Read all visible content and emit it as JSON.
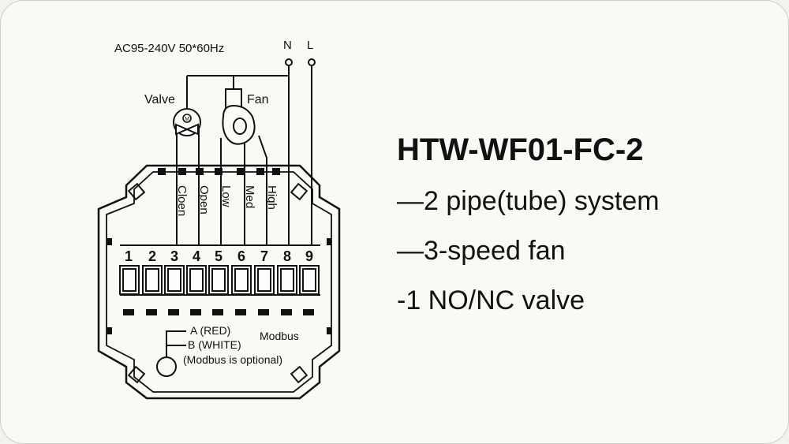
{
  "power": {
    "supply_label": "AC95-240V  50*60Hz",
    "neutral": "N",
    "live": "L"
  },
  "devices": {
    "valve_label": "Valve",
    "fan_label": "Fan"
  },
  "terminal_functions": [
    "Cloen",
    "Open",
    "Low",
    "Med",
    "High"
  ],
  "terminal_numbers": [
    "1",
    "2",
    "3",
    "4",
    "5",
    "6",
    "7",
    "8",
    "9"
  ],
  "modbus": {
    "a_label": "A (RED)",
    "b_label": "B (WHITE)",
    "title": "Modbus",
    "note": "(Modbus is optional)"
  },
  "product": {
    "model": "HTW-WF01-FC-2",
    "features": [
      "—2 pipe(tube) system",
      "—3-speed fan",
      "-1 NO/NC valve"
    ]
  },
  "colors": {
    "ink": "#111111",
    "background": "#f9f9f6"
  }
}
